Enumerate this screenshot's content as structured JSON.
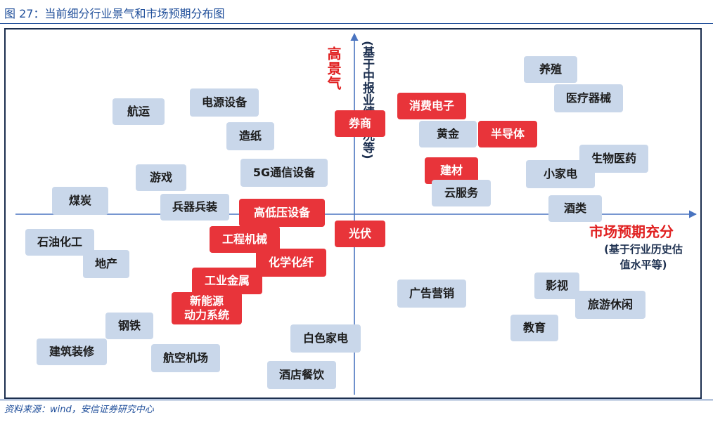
{
  "header": {
    "title": "图 27：当前细分行业景气和市场预期分布图"
  },
  "axes": {
    "y_label": "高景气",
    "y_sub": "(基于中报业绩情况等)",
    "x_label": "市场预期充分",
    "x_sub_line1": "(基于行业历史估",
    "x_sub_line2": "值水平等)"
  },
  "items": [
    {
      "label": "养殖",
      "color": "blue"
    },
    {
      "label": "医疗器械",
      "color": "blue"
    },
    {
      "label": "消费电子",
      "color": "red"
    },
    {
      "label": "券商",
      "color": "red"
    },
    {
      "label": "黄金",
      "color": "blue"
    },
    {
      "label": "半导体",
      "color": "red"
    },
    {
      "label": "生物医药",
      "color": "blue"
    },
    {
      "label": "建材",
      "color": "red"
    },
    {
      "label": "小家电",
      "color": "blue"
    },
    {
      "label": "云服务",
      "color": "blue"
    },
    {
      "label": "酒类",
      "color": "blue"
    },
    {
      "label": "航运",
      "color": "blue"
    },
    {
      "label": "电源设备",
      "color": "blue"
    },
    {
      "label": "造纸",
      "color": "blue"
    },
    {
      "label": "游戏",
      "color": "blue"
    },
    {
      "label": "5G通信设备",
      "color": "blue"
    },
    {
      "label": "煤炭",
      "color": "blue"
    },
    {
      "label": "兵器兵装",
      "color": "blue"
    },
    {
      "label": "高低压设备",
      "color": "red"
    },
    {
      "label": "光伏",
      "color": "red"
    },
    {
      "label": "工程机械",
      "color": "red"
    },
    {
      "label": "石油化工",
      "color": "blue"
    },
    {
      "label": "地产",
      "color": "blue"
    },
    {
      "label": "化学化纤",
      "color": "red"
    },
    {
      "label": "工业金属",
      "color": "red"
    },
    {
      "label": "新能源\n动力系统",
      "color": "red"
    },
    {
      "label": "广告营销",
      "color": "blue"
    },
    {
      "label": "影视",
      "color": "blue"
    },
    {
      "label": "旅游休闲",
      "color": "blue"
    },
    {
      "label": "教育",
      "color": "blue"
    },
    {
      "label": "钢铁",
      "color": "blue"
    },
    {
      "label": "建筑装修",
      "color": "blue"
    },
    {
      "label": "航空机场",
      "color": "blue"
    },
    {
      "label": "白色家电",
      "color": "blue"
    },
    {
      "label": "酒店餐饮",
      "color": "blue"
    }
  ],
  "footer": {
    "source": "资料来源：wind，安信证券研究中心"
  },
  "colors": {
    "blue_box": "#c9d7ea",
    "red_box": "#e8343a",
    "axis": "#4a74c0",
    "text_blue": "#1f4e9a"
  }
}
